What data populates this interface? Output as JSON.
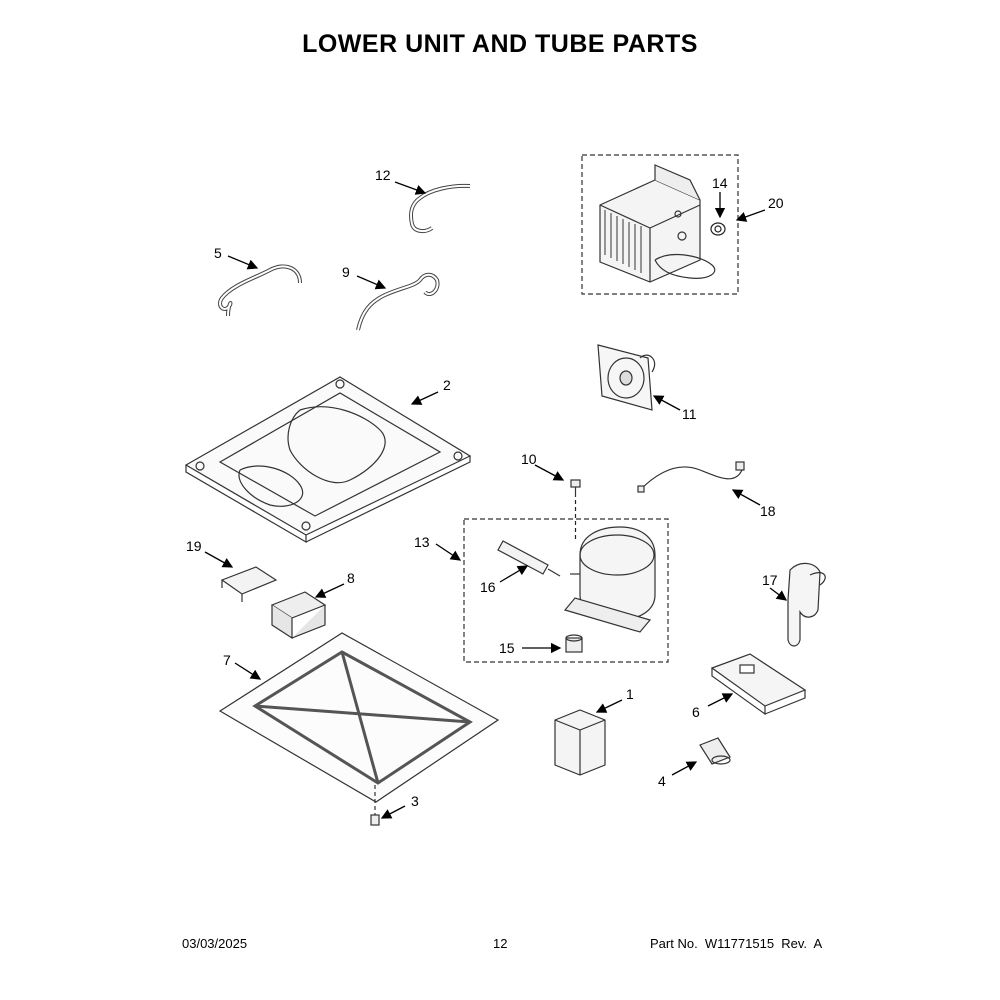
{
  "title": "LOWER UNIT AND TUBE PARTS",
  "callouts": {
    "c1": "1",
    "c2": "2",
    "c3": "3",
    "c4": "4",
    "c5": "5",
    "c6": "6",
    "c7": "7",
    "c8": "8",
    "c9": "9",
    "c10": "10",
    "c11": "11",
    "c12": "12",
    "c13": "13",
    "c14": "14",
    "c15": "15",
    "c16": "16",
    "c17": "17",
    "c18": "18",
    "c19": "19",
    "c20": "20"
  },
  "footer": {
    "date": "03/03/2025",
    "page": "12",
    "part_no": "Part No.  W11771515  Rev.  A"
  }
}
